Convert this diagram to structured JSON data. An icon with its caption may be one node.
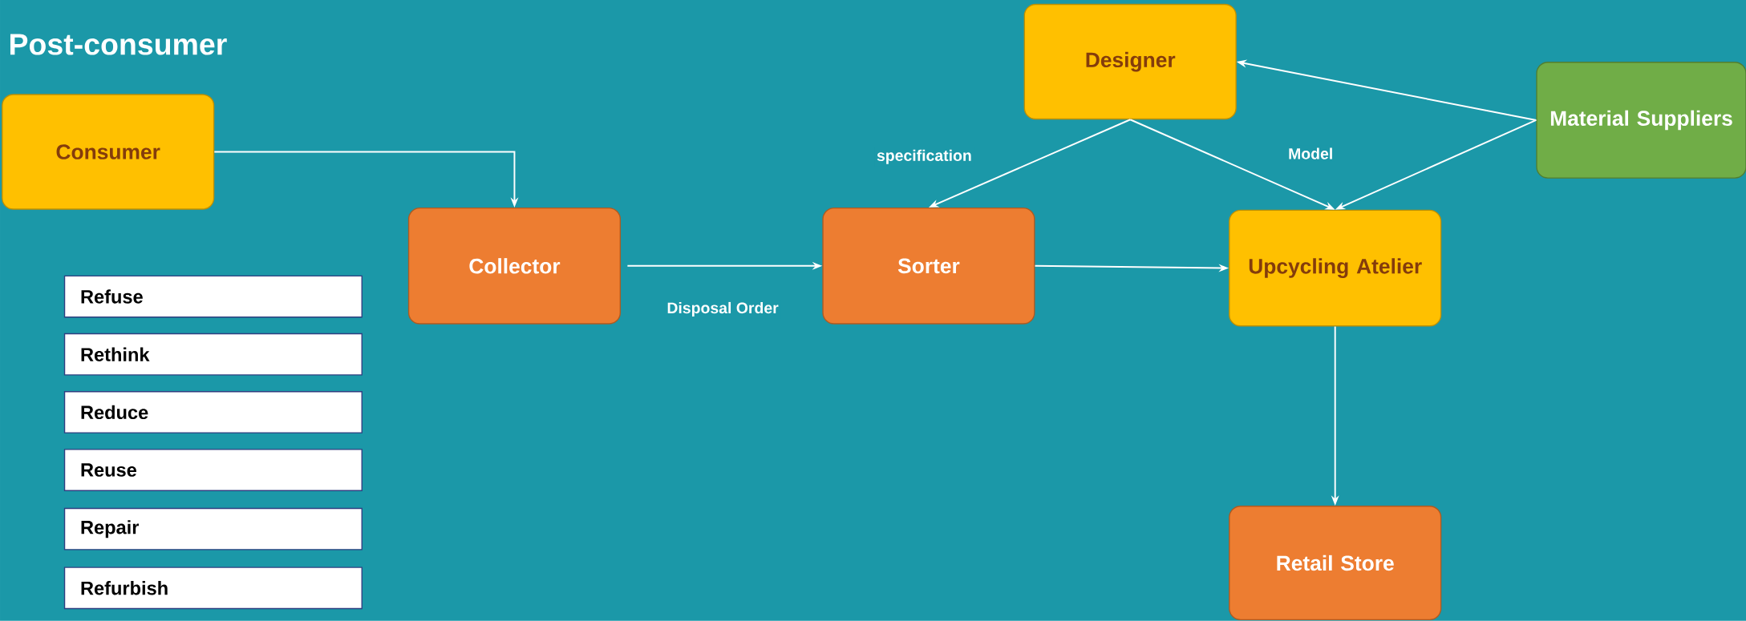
{
  "diagram": {
    "title": "Post-consumer",
    "nodes": [
      {
        "text": [
          "Consumer"
        ]
      },
      {
        "text": [
          "Collector"
        ]
      },
      {
        "text": [
          "Sorter"
        ]
      },
      {
        "text": [
          "Designer"
        ]
      },
      {
        "text": [
          "Material Suppliers"
        ]
      },
      {
        "text": [
          "Upcycling Atelier"
        ]
      },
      {
        "text": [
          "Retail Store"
        ]
      },
      {
        "text": [
          "Refuse"
        ]
      },
      {
        "text": [
          "Rethink"
        ]
      },
      {
        "text": [
          "Reduce"
        ]
      },
      {
        "text": [
          "Reuse"
        ]
      },
      {
        "text": [
          "Repair"
        ]
      },
      {
        "text": [
          "Refurbish"
        ]
      }
    ],
    "edges": [
      {
        "from": 0,
        "to": 1,
        "arrow": "to"
      },
      {
        "from": 1,
        "to": 2,
        "arrow": "to",
        "label": "Disposal Order"
      },
      {
        "from": 3,
        "to": 2,
        "arrow": "to",
        "label": "specification"
      },
      {
        "from": 3,
        "to": 5,
        "arrow": "to",
        "label": "Model"
      },
      {
        "from": 4,
        "to": 3,
        "arrow": "to"
      },
      {
        "from": 4,
        "to": 5,
        "arrow": "to"
      },
      {
        "from": 2,
        "to": 5,
        "arrow": "to"
      },
      {
        "from": 5,
        "to": 6,
        "arrow": "to"
      }
    ]
  }
}
